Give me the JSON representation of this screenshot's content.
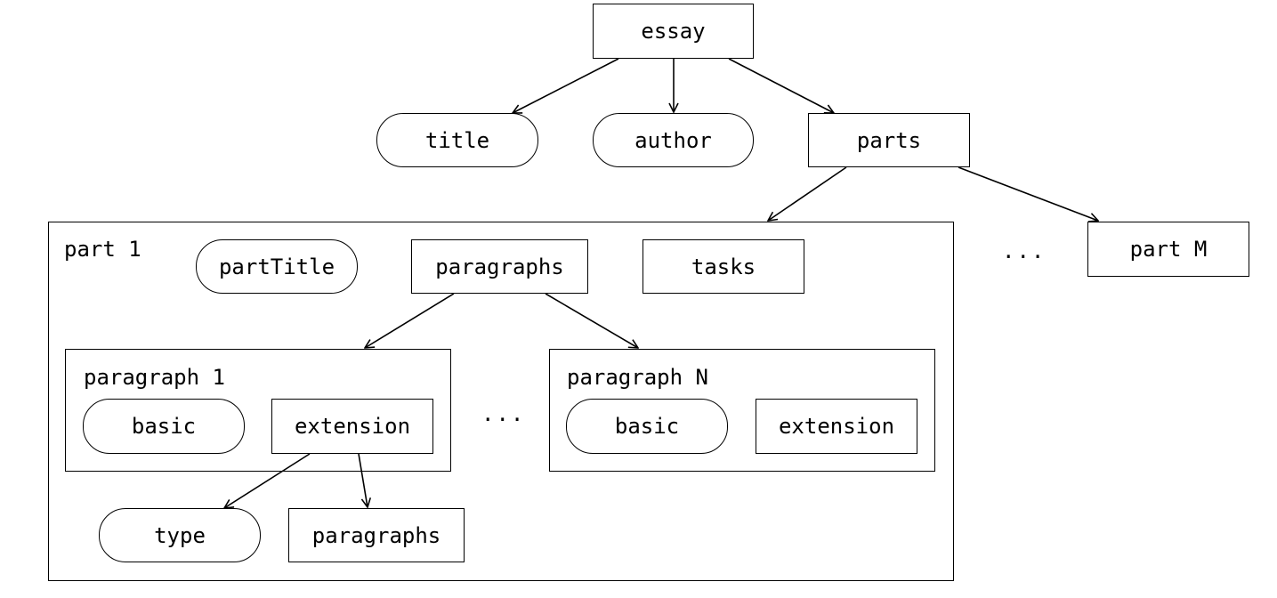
{
  "nodes": {
    "essay": "essay",
    "title": "title",
    "author": "author",
    "parts": "parts",
    "part_m": "part M",
    "part_ellipsis": "...",
    "part_1": "part 1",
    "part_title": "partTitle",
    "paragraphs": "paragraphs",
    "tasks": "tasks",
    "paragraph_1": "paragraph 1",
    "paragraph_1_basic": "basic",
    "paragraph_1_extension": "extension",
    "paragraph_ellipsis": "...",
    "paragraph_n": "paragraph N",
    "paragraph_n_basic": "basic",
    "paragraph_n_extension": "extension",
    "type": "type",
    "extension_paragraphs": "paragraphs"
  },
  "edges": [
    [
      "essay",
      "title"
    ],
    [
      "essay",
      "author"
    ],
    [
      "essay",
      "parts"
    ],
    [
      "parts",
      "part_1"
    ],
    [
      "parts",
      "part_m"
    ],
    [
      "paragraphs",
      "paragraph_1"
    ],
    [
      "paragraphs",
      "paragraph_n"
    ],
    [
      "paragraph_1_extension",
      "type"
    ],
    [
      "paragraph_1_extension",
      "extension_paragraphs"
    ]
  ]
}
